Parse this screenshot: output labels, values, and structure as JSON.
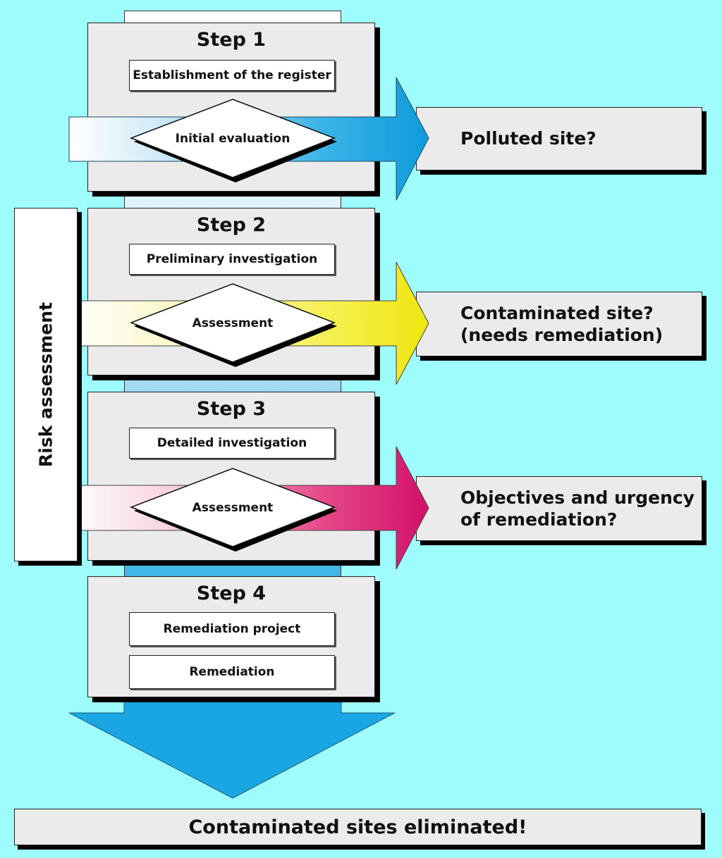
{
  "steps": [
    {
      "title": "Step 1",
      "boxes": [
        "Establishment of the register"
      ],
      "decision": "Initial evaluation",
      "result": "Polluted site?",
      "arrow_color": "#1aa3e0"
    },
    {
      "title": "Step 2",
      "boxes": [
        "Preliminary investigation"
      ],
      "decision": "Assessment",
      "result_lines": [
        "Contaminated site?",
        "(needs remediation)"
      ],
      "arrow_color": "#f2ec1a"
    },
    {
      "title": "Step 3",
      "boxes": [
        "Detailed investigation"
      ],
      "decision": "Assessment",
      "result_lines": [
        "Objectives and urgency",
        "of remediation?"
      ],
      "arrow_color": "#d6196e"
    },
    {
      "title": "Step 4",
      "boxes": [
        "Remediation project",
        "Remediation"
      ]
    }
  ],
  "side_label": "Risk assessment",
  "final_label": "Contaminated sites eliminated!",
  "colors": {
    "background": "#9ffcfc",
    "down_arrow": "#1aa6e2"
  }
}
